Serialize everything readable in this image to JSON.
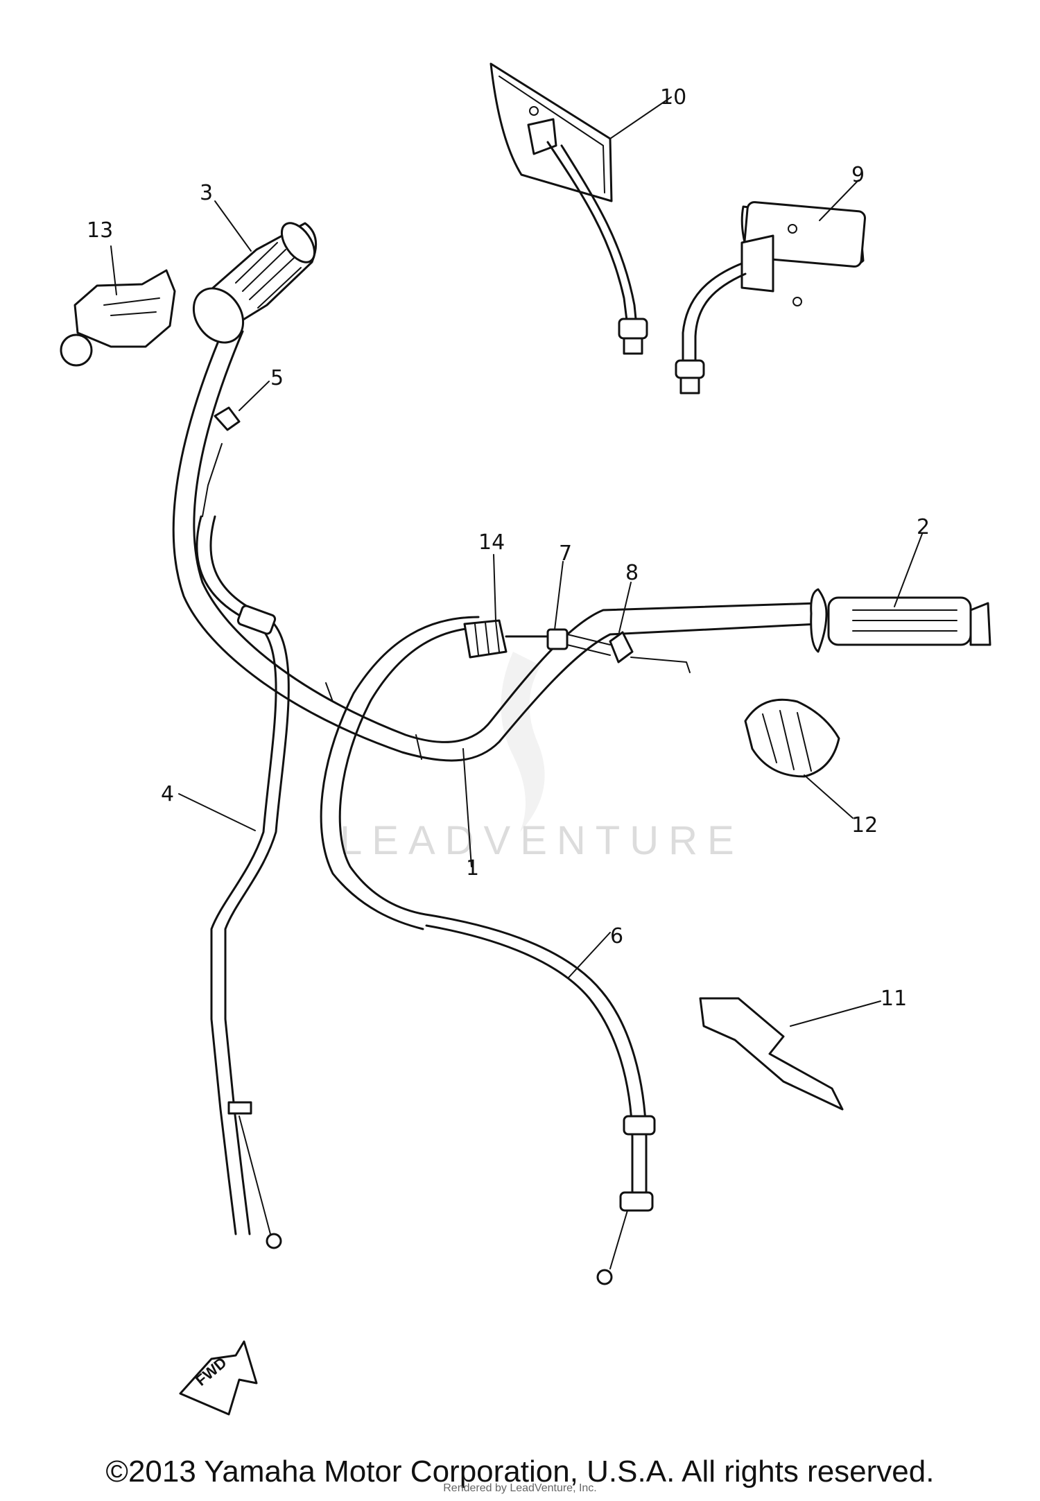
{
  "callouts": {
    "c1": "1",
    "c2": "2",
    "c3": "3",
    "c4": "4",
    "c5": "5",
    "c6": "6",
    "c7": "7",
    "c8": "8",
    "c9": "9",
    "c10": "10",
    "c11": "11",
    "c12": "12",
    "c13": "13",
    "c14": "14"
  },
  "watermark": "LEADVENTURE",
  "fwd_label": "FWD",
  "copyright": "©2013 Yamaha Motor Corporation, U.S.A. All rights reserved.",
  "credit": "Rendered by LeadVenture, Inc.",
  "colors": {
    "ink": "#111111",
    "watermark": "#dcdcdc",
    "background": "#ffffff"
  }
}
